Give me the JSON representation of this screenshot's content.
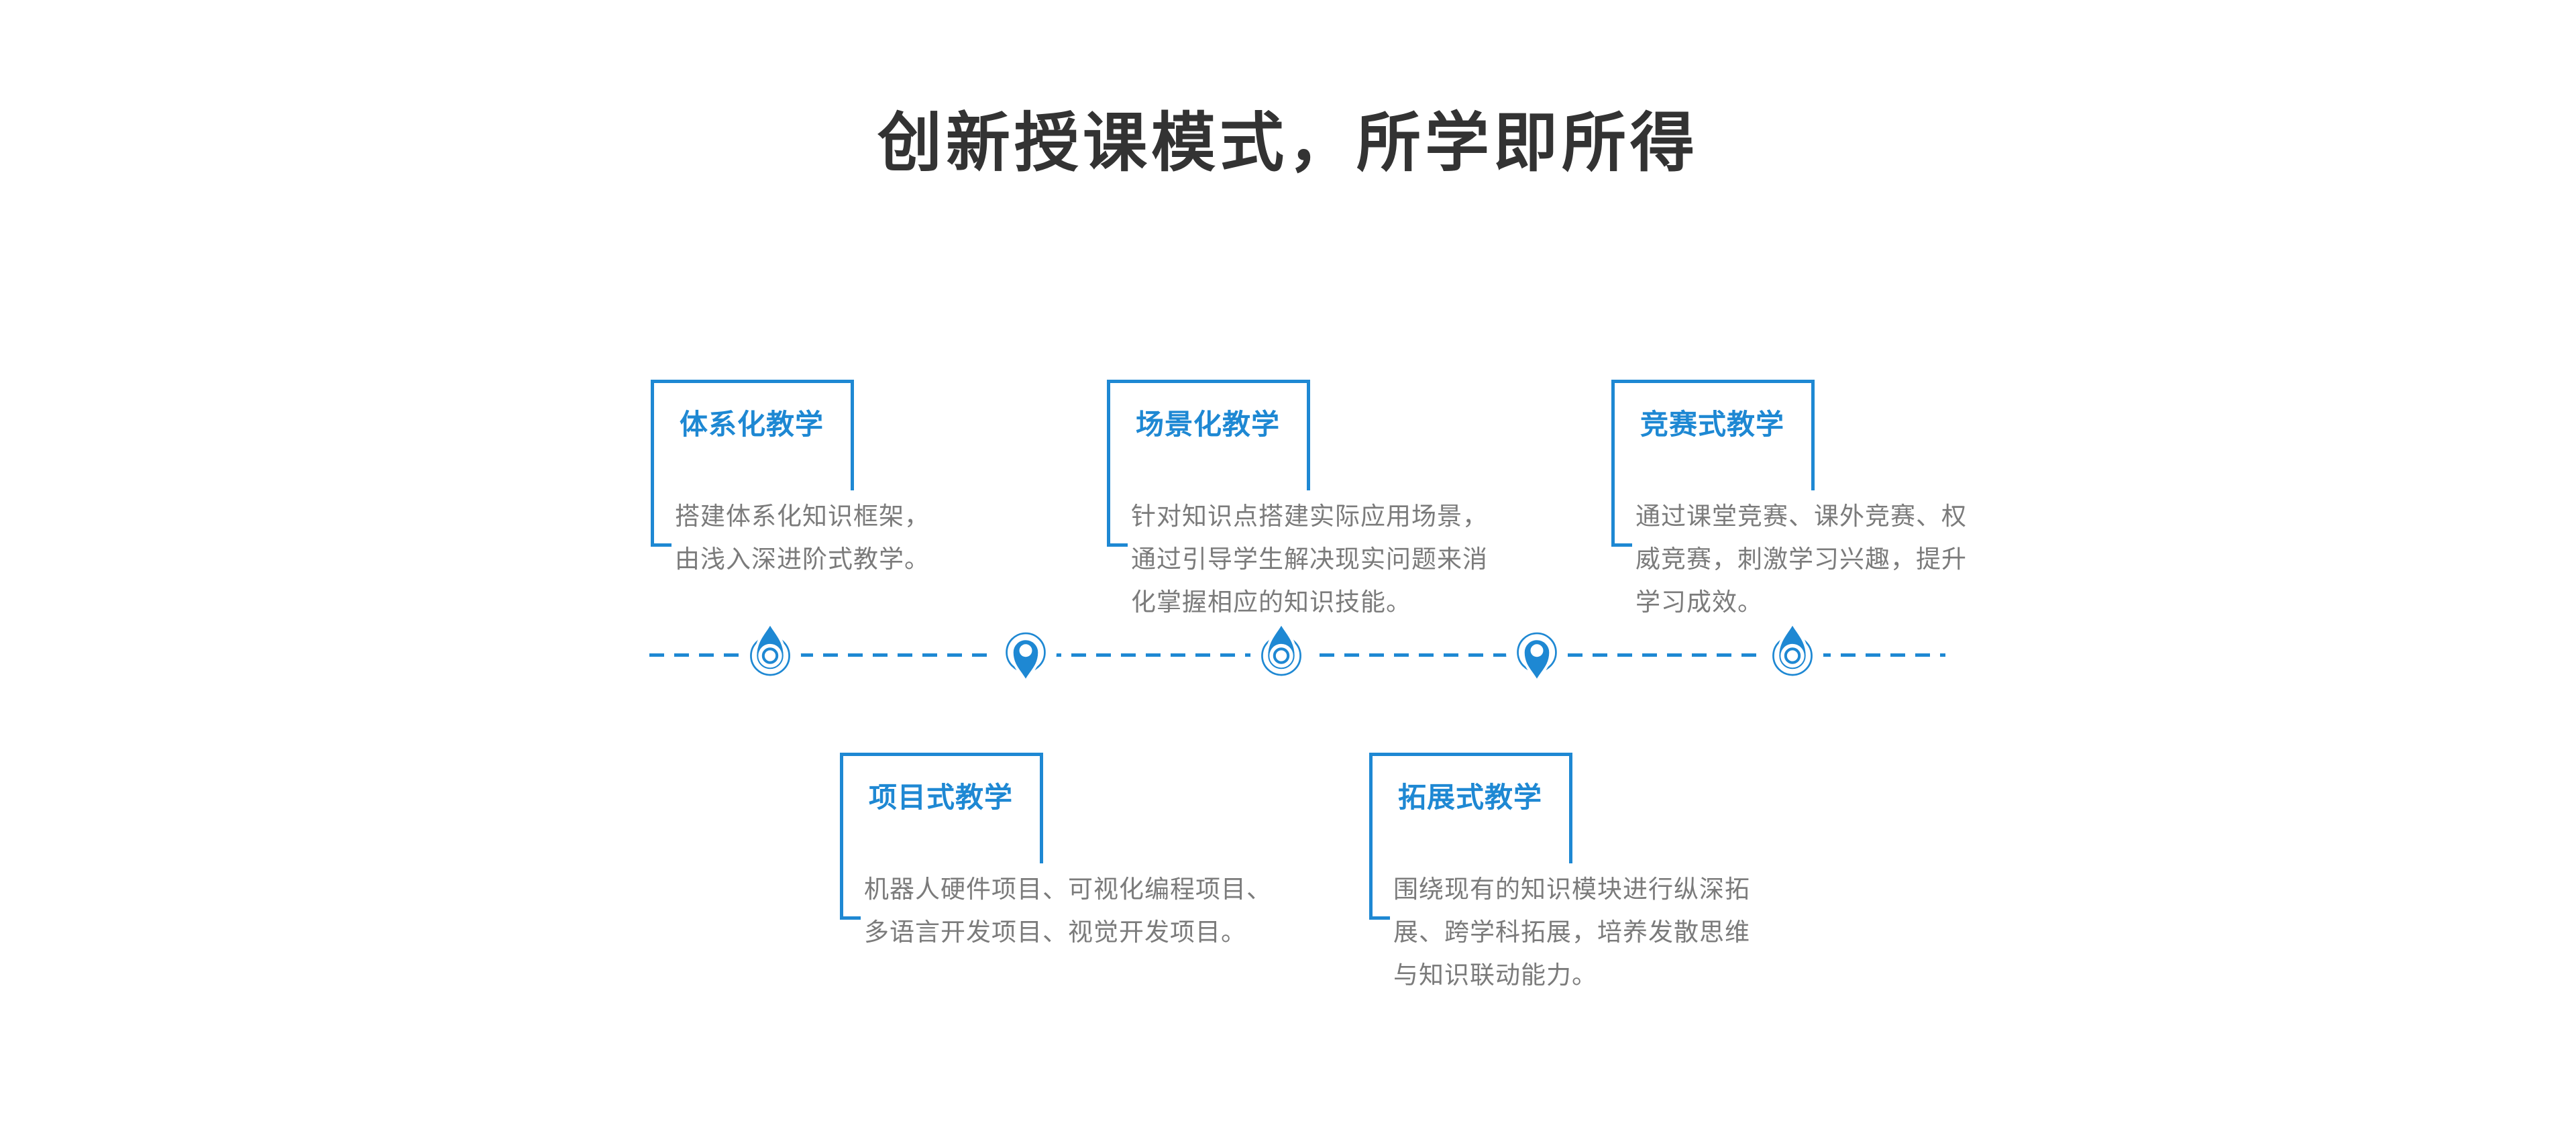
{
  "page": {
    "title": "创新授课模式，所学即所得"
  },
  "colors": {
    "accent_blue": "#1E88D3",
    "heading_text": "#333333",
    "body_text": "#7B7B7B",
    "background": "#FFFFFF"
  },
  "cards": [
    {
      "id": "systematic",
      "row": "top",
      "title": "体系化教学",
      "body": "搭建体系化知识框架，\n由浅入深进阶式教学。"
    },
    {
      "id": "scenario",
      "row": "top",
      "title": "场景化教学",
      "body": "针对知识点搭建实际应用场景，\n通过引导学生解决现实问题来消\n化掌握相应的知识技能。"
    },
    {
      "id": "competition",
      "row": "top",
      "title": "竞赛式教学",
      "body": "通过课堂竞赛、课外竞赛、权\n威竞赛，刺激学习兴趣，提升\n学习成效。"
    },
    {
      "id": "project",
      "row": "bottom",
      "title": "项目式教学",
      "body": "机器人硬件项目、可视化编程项目、\n多语言开发项目、视觉开发项目。"
    },
    {
      "id": "expansion",
      "row": "bottom",
      "title": "拓展式教学",
      "body": "围绕现有的知识模块进行纵深拓\n展、跨学科拓展，培养发散思维\n与知识联动能力。"
    }
  ],
  "timeline": {
    "style": "horizontal dashed line",
    "markers": [
      {
        "icon": "location-pin-up",
        "links_to_card": "systematic"
      },
      {
        "icon": "location-pin-down",
        "links_to_card": "project"
      },
      {
        "icon": "location-pin-up",
        "links_to_card": "scenario"
      },
      {
        "icon": "location-pin-down",
        "links_to_card": "expansion"
      },
      {
        "icon": "location-pin-up",
        "links_to_card": "competition"
      }
    ]
  }
}
